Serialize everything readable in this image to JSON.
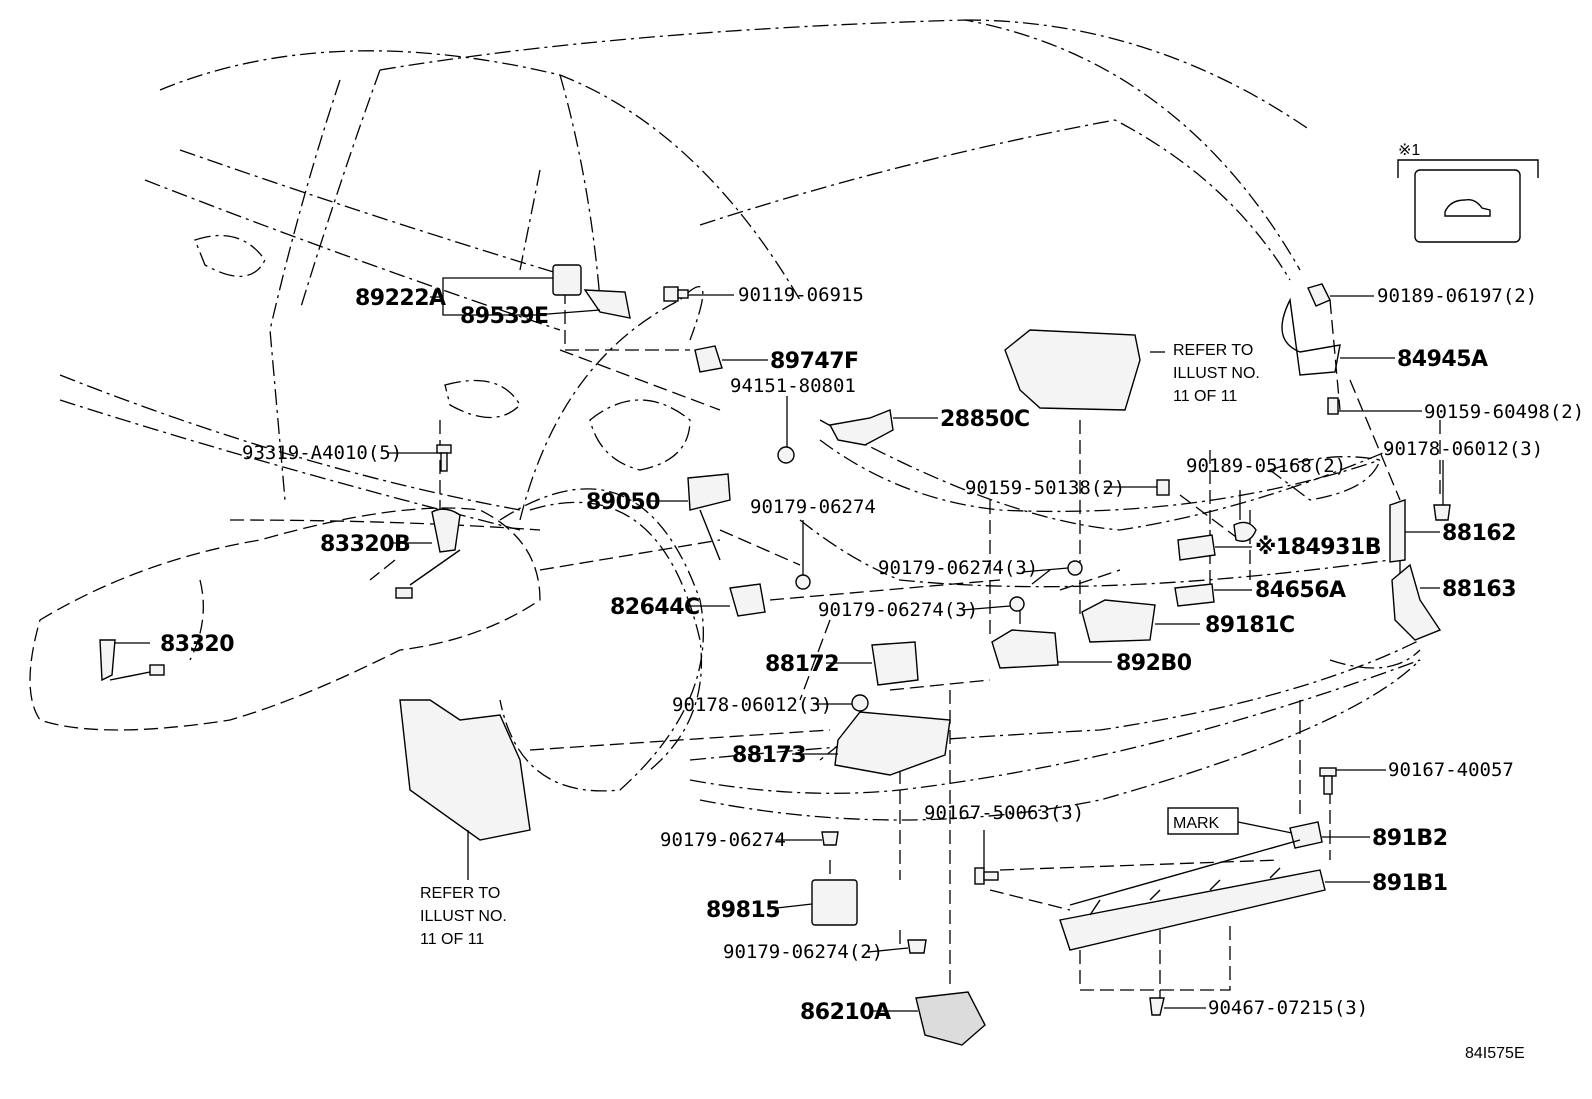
{
  "diagram": {
    "figure_code": "84I575E",
    "legend": {
      "mark": "※1"
    },
    "callouts": {
      "p89222A": "89222A",
      "p89539E": "89539E",
      "p90119_06915": "90119-06915",
      "p89747F": "89747F",
      "p94151_80801": "94151-80801",
      "p28850C": "28850C",
      "p93319_A4010": "93319-A4010(5)",
      "p83320B": "83320B",
      "p83320": "83320",
      "p89050": "89050",
      "p90179_06274_a": "90179-06274",
      "p82644C": "82644C",
      "p90179_06274_3a": "90179-06274(3)",
      "p90179_06274_3b": "90179-06274(3)",
      "p88172": "88172",
      "p90178_06012_3a": "90178-06012(3)",
      "p88173": "88173",
      "p90179_06274_b": "90179-06274",
      "p89815": "89815",
      "p90179_06274_2": "90179-06274(2)",
      "p86210A": "86210A",
      "p90167_50063": "90167-50063(3)",
      "p90159_50138": "90159-50138(2)",
      "p90189_05168": "90189-05168(2)",
      "p84931B": "※184931B",
      "p84656A": "84656A",
      "p89181C": "89181C",
      "p892B0": "892B0",
      "p90189_06197": "90189-06197(2)",
      "p84945A": "84945A",
      "p90159_60498": "90159-60498(2)",
      "p90178_06012_3b": "90178-06012(3)",
      "p88162": "88162",
      "p88163": "88163",
      "p90167_40057": "90167-40057",
      "mark": "MARK",
      "p891B2": "891B2",
      "p891B1": "891B1",
      "p90467_07215": "90467-07215(3)"
    },
    "notes": {
      "refer_top": [
        "REFER TO",
        "ILLUST NO.",
        "11 OF 11"
      ],
      "refer_bottom": [
        "REFER TO",
        "ILLUST NO.",
        "11 OF 11"
      ]
    }
  }
}
